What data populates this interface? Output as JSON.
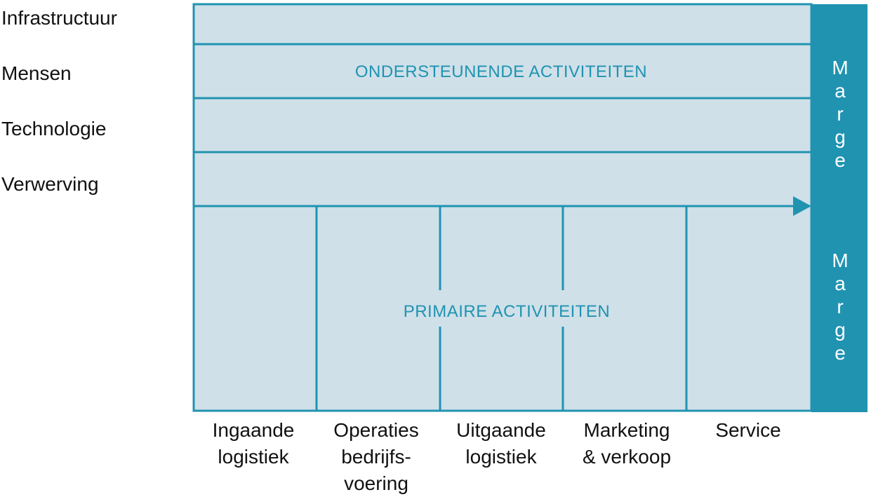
{
  "support_rows": [
    "Infrastructuur",
    "Mensen",
    "Technologie",
    "Verwerving"
  ],
  "support_title": "ONDERSTEUNENDE ACTIVITEITEN",
  "primary_title": "PRIMAIRE ACTIVITEITEN",
  "primary_columns": [
    [
      "Ingaande",
      "logistiek"
    ],
    [
      "Operaties",
      "bedrijfs-",
      "voering"
    ],
    [
      "Uitgaande",
      "logistiek"
    ],
    [
      "Marketing",
      "& verkoop"
    ],
    [
      "Service"
    ]
  ],
  "margin_label_top": "Marge",
  "margin_label_bottom": "Marge",
  "colors": {
    "fill": "#cfe0e9",
    "line": "#2093b1",
    "margin_bar": "#2093b1",
    "text_accent": "#2093b1"
  }
}
